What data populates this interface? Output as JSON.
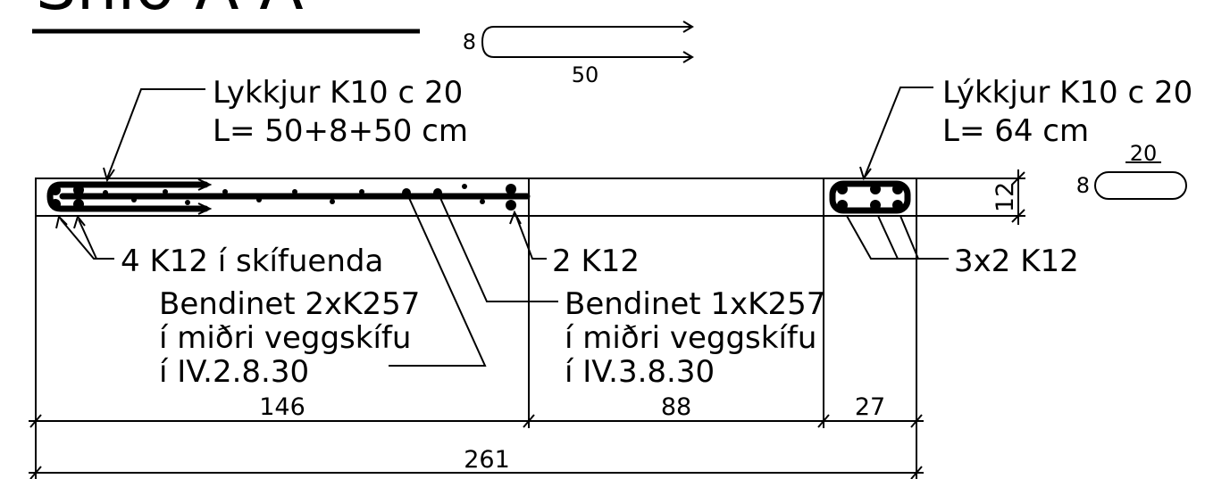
{
  "title": "Snið A-A",
  "colors": {
    "ink": "#000000",
    "background": "#ffffff"
  },
  "shape_left": {
    "height_label": "8",
    "length_label": "50"
  },
  "shape_right": {
    "height_label": "8",
    "length_label": "20"
  },
  "notes": {
    "left_loops_line1": "Lykkjur K10 c 20",
    "left_loops_line2": "L= 50+8+50 cm",
    "right_loops_line1": "Lýkkjur K10 c 20",
    "right_loops_line2": "L= 64 cm",
    "bars_left": "4 K12 í skífuenda",
    "bars_mid": "2 K12",
    "bars_right": "3x2 K12",
    "mesh_a_line1": "Bendinet 2xK257",
    "mesh_a_line2": "í miðri veggskífu",
    "mesh_a_line3": "í IV.2.8.30",
    "mesh_b_line1": "Bendinet 1xK257",
    "mesh_b_line2": "í miðri veggskífu",
    "mesh_b_line3": "í IV.3.8.30"
  },
  "dimensions": {
    "thickness": "12",
    "seg1": "146",
    "seg2": "88",
    "seg3": "27",
    "total": "261"
  }
}
